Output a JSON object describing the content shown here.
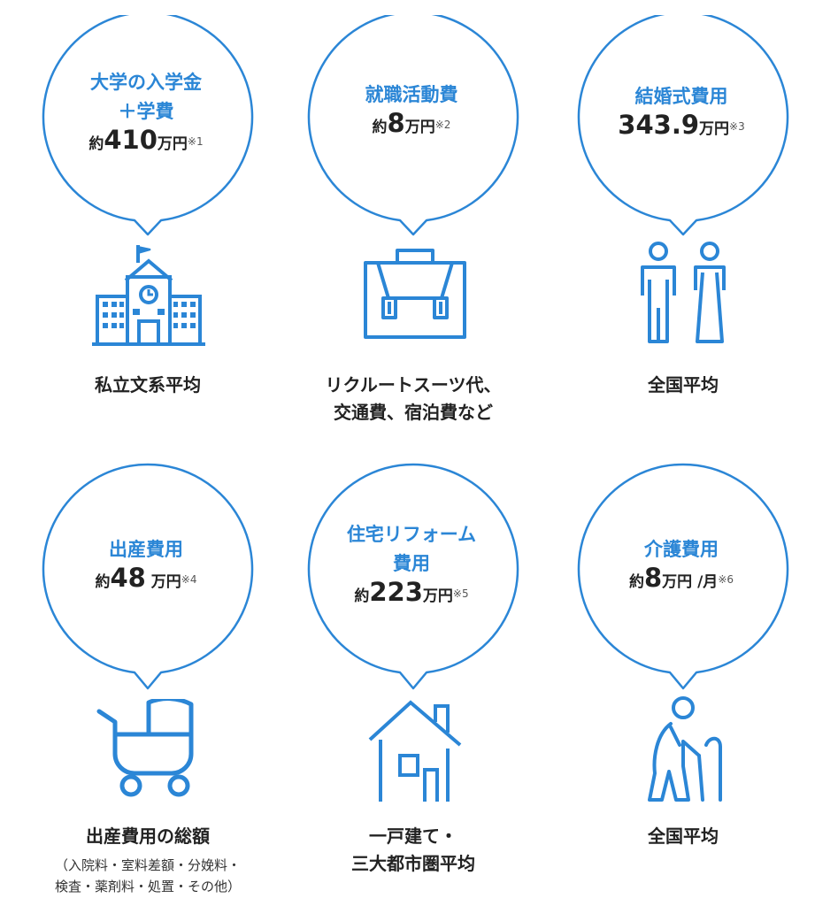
{
  "items": [
    {
      "title": [
        "大学の入学金",
        "＋学費"
      ],
      "prefix": "約",
      "value": "410",
      "unit": "万円",
      "note": "※1",
      "label": [
        "私立文系平均"
      ],
      "icon": "school-icon"
    },
    {
      "title": [
        "就職活動費"
      ],
      "prefix": "約",
      "value": "8",
      "unit": "万円",
      "note": "※2",
      "label": [
        "リクルートスーツ代、",
        "交通費、宿泊費など"
      ],
      "icon": "briefcase-icon"
    },
    {
      "title": [
        "結婚式費用"
      ],
      "prefix": "",
      "value": "343.9",
      "unit": "万円",
      "note": "※3",
      "label": [
        "全国平均"
      ],
      "icon": "couple-icon"
    },
    {
      "title": [
        "出産費用"
      ],
      "prefix": "約",
      "value": "48",
      "unit": " 万円",
      "note": "※4",
      "label": [
        "出産費用の総額"
      ],
      "sub": [
        "（入院料・室料差額・分娩料・",
        "検査・薬剤料・処置・その他）"
      ],
      "icon": "stroller-icon"
    },
    {
      "title": [
        "住宅リフォーム",
        "費用"
      ],
      "prefix": "約",
      "value": "223",
      "unit": "万円",
      "note": "※5",
      "label": [
        "一戸建て・",
        "三大都市圏平均"
      ],
      "icon": "house-icon"
    },
    {
      "title": [
        "介護費用"
      ],
      "prefix": "約",
      "value": "8",
      "unit": "万円 /月",
      "note": "※6",
      "label": [
        "全国平均"
      ],
      "icon": "elderly-icon"
    }
  ],
  "colors": {
    "accent": "#2b86d6",
    "text": "#222222"
  }
}
